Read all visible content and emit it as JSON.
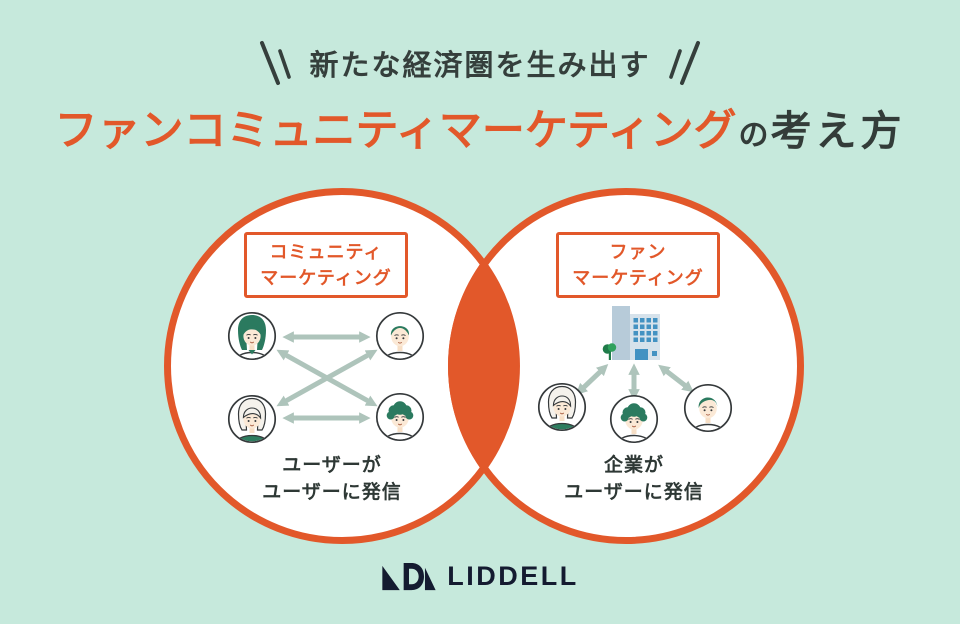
{
  "colors": {
    "background": "#c6e9dc",
    "accent_orange": "#e2582a",
    "title_dark": "#333c39",
    "caption_dark": "#2e3835",
    "arrow_gray_green": "#aec4bb",
    "avatar_green": "#2b7a5f",
    "building_window_blue": "#4392c2",
    "logo_navy": "#141b30"
  },
  "header": {
    "tagline": "新たな経済圏を生み出す",
    "decoration_left": "double-slash-left",
    "decoration_right": "double-slash-right",
    "title_highlight": "ファンコミュニティマーケティング",
    "title_particle": "の",
    "title_suffix": "考え方"
  },
  "venn": {
    "overlap_color": "#e2582a",
    "left_circle": {
      "label_line1": "コミュニティ",
      "label_line2": "マーケティング",
      "caption_line1": "ユーザーが",
      "caption_line2": "ユーザーに発信",
      "avatar_icons": [
        "woman-long-hair-avatar-icon",
        "man-short-hair-avatar-icon",
        "woman-bob-hair-avatar-icon",
        "man-curly-hair-avatar-icon"
      ],
      "arrow_style": "bidirectional-mesh"
    },
    "right_circle": {
      "label_line1": "ファン",
      "label_line2": "マーケティング",
      "caption_line1": "企業が",
      "caption_line2": "ユーザーに発信",
      "icon": "office-building-icon",
      "avatar_icons": [
        "woman-bob-hair-avatar-icon",
        "man-curly-hair-avatar-icon",
        "man-swept-hair-avatar-icon"
      ],
      "arrow_style": "bidirectional-broadcast"
    }
  },
  "footer": {
    "brand_wordmark": "LIDDELL",
    "brand_mark": "liddell-triangles-logo-icon"
  }
}
